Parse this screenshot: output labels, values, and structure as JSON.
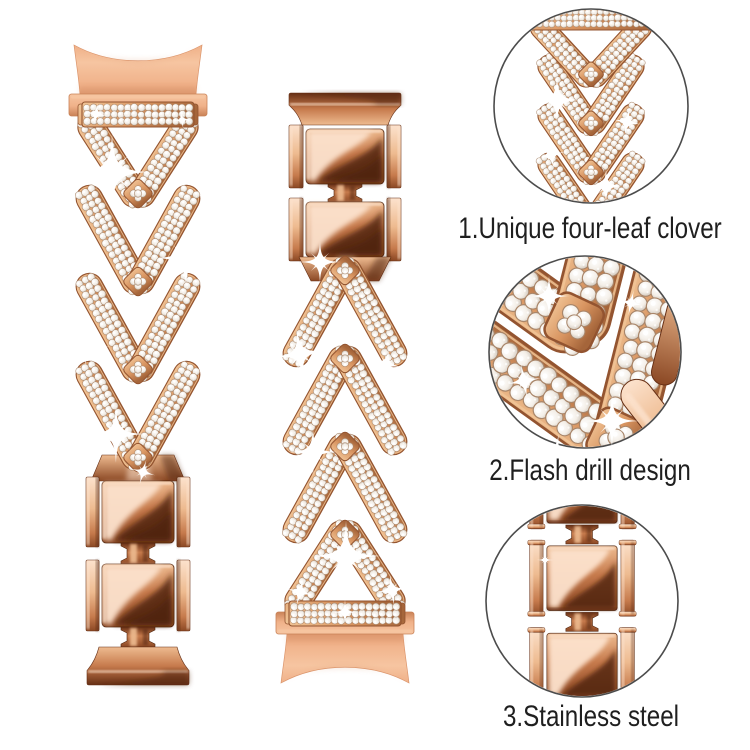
{
  "image_kind": "watch band product photo",
  "bands": {
    "left_view": "rhinestone chevron watch band, lug connector at top, steel links at bottom",
    "center_view": "rhinestone chevron watch band, steel links at top, lug connector at bottom"
  },
  "callouts": [
    {
      "caption": "1.Unique four-leaf clover",
      "depicts": "pave chevron links detail"
    },
    {
      "caption": "2.Flash drill design",
      "depicts": "rhinestone close-up detail"
    },
    {
      "caption": "3.Stainless steel",
      "depicts": "polished steel links detail"
    }
  ],
  "colors": {
    "background": "#ffffff",
    "text": "#1f1f1f",
    "circle_border": "#4c4c4c",
    "satin_light": "#f6c5a1",
    "satin_mid": "#f0b189",
    "satin_deep": "#db956c",
    "satin_dark": "#c98257",
    "arm_light": "#f1c496",
    "arm_mid": "#d89460",
    "arm_deep": "#a5653a",
    "arm_edge": "#935430",
    "stone_white": "#ffffff",
    "stone_pale": "#f4efe8",
    "stone_gray": "#cdc4b9",
    "stone_dim": "#a6988a",
    "stone_rim": "#a9866a",
    "gloss_light": "#fce2cd",
    "gloss_soft": "#eebb90",
    "gloss_mid": "#c67a4c",
    "gloss_deep": "#8b4824",
    "gloss_dark": "#662f15",
    "gloss_darkest": "#4e230d",
    "sparkle": "#ffffff"
  }
}
